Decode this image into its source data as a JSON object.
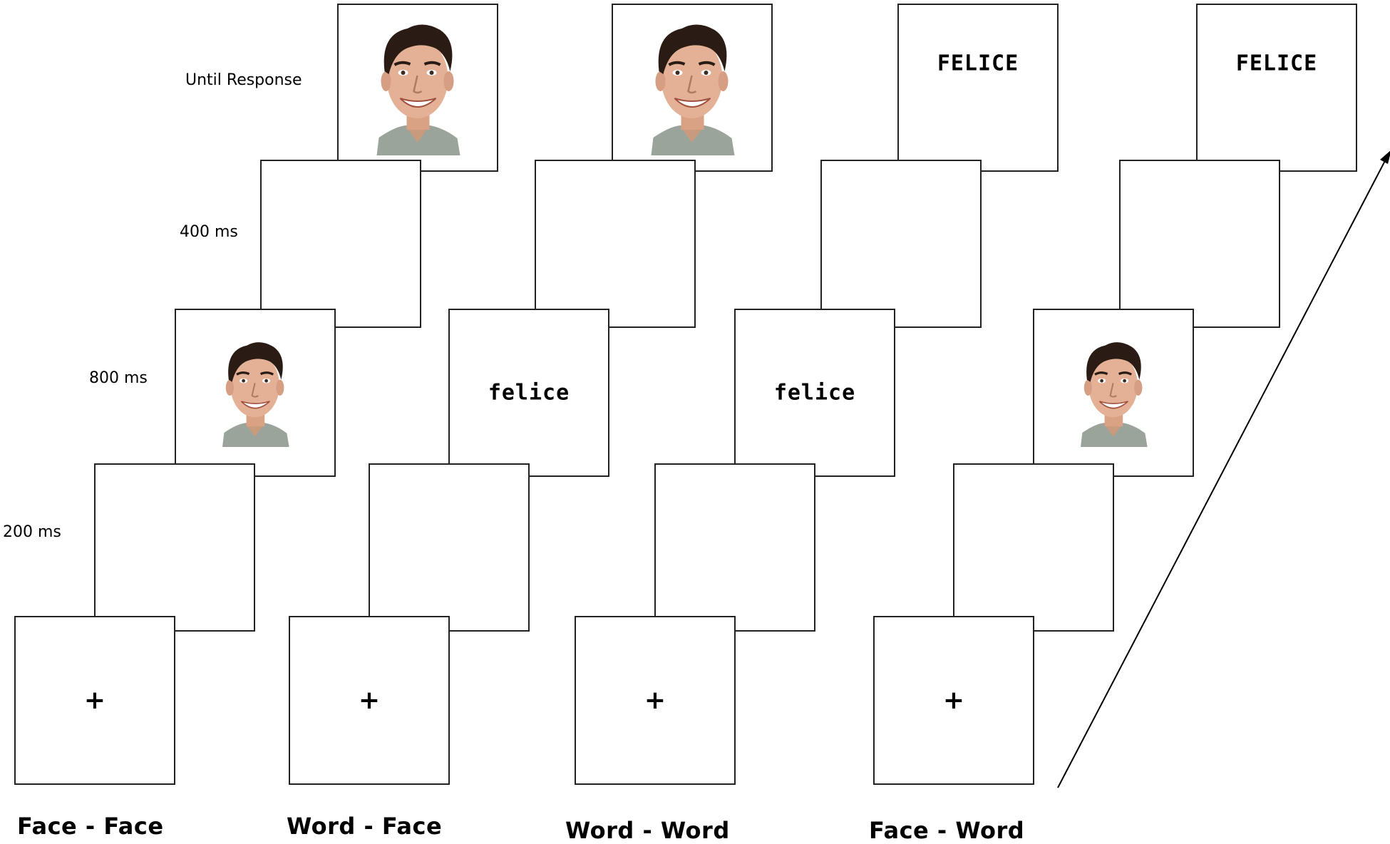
{
  "timings": {
    "until_response": "Until Response",
    "t400": "400 ms",
    "t800": "800 ms",
    "t200": "200 ms"
  },
  "fixation_symbol": "+",
  "conditions": [
    {
      "label": "Face - Face",
      "first": "face",
      "second": "face"
    },
    {
      "label": "Word - Face",
      "first": "word",
      "first_text": "felice",
      "second": "face"
    },
    {
      "label": "Word - Word",
      "first": "word",
      "first_text": "felice",
      "second": "word",
      "second_text": "FELICE"
    },
    {
      "label": "Face - Word",
      "first": "face",
      "second": "word",
      "second_text": "FELICE"
    }
  ]
}
